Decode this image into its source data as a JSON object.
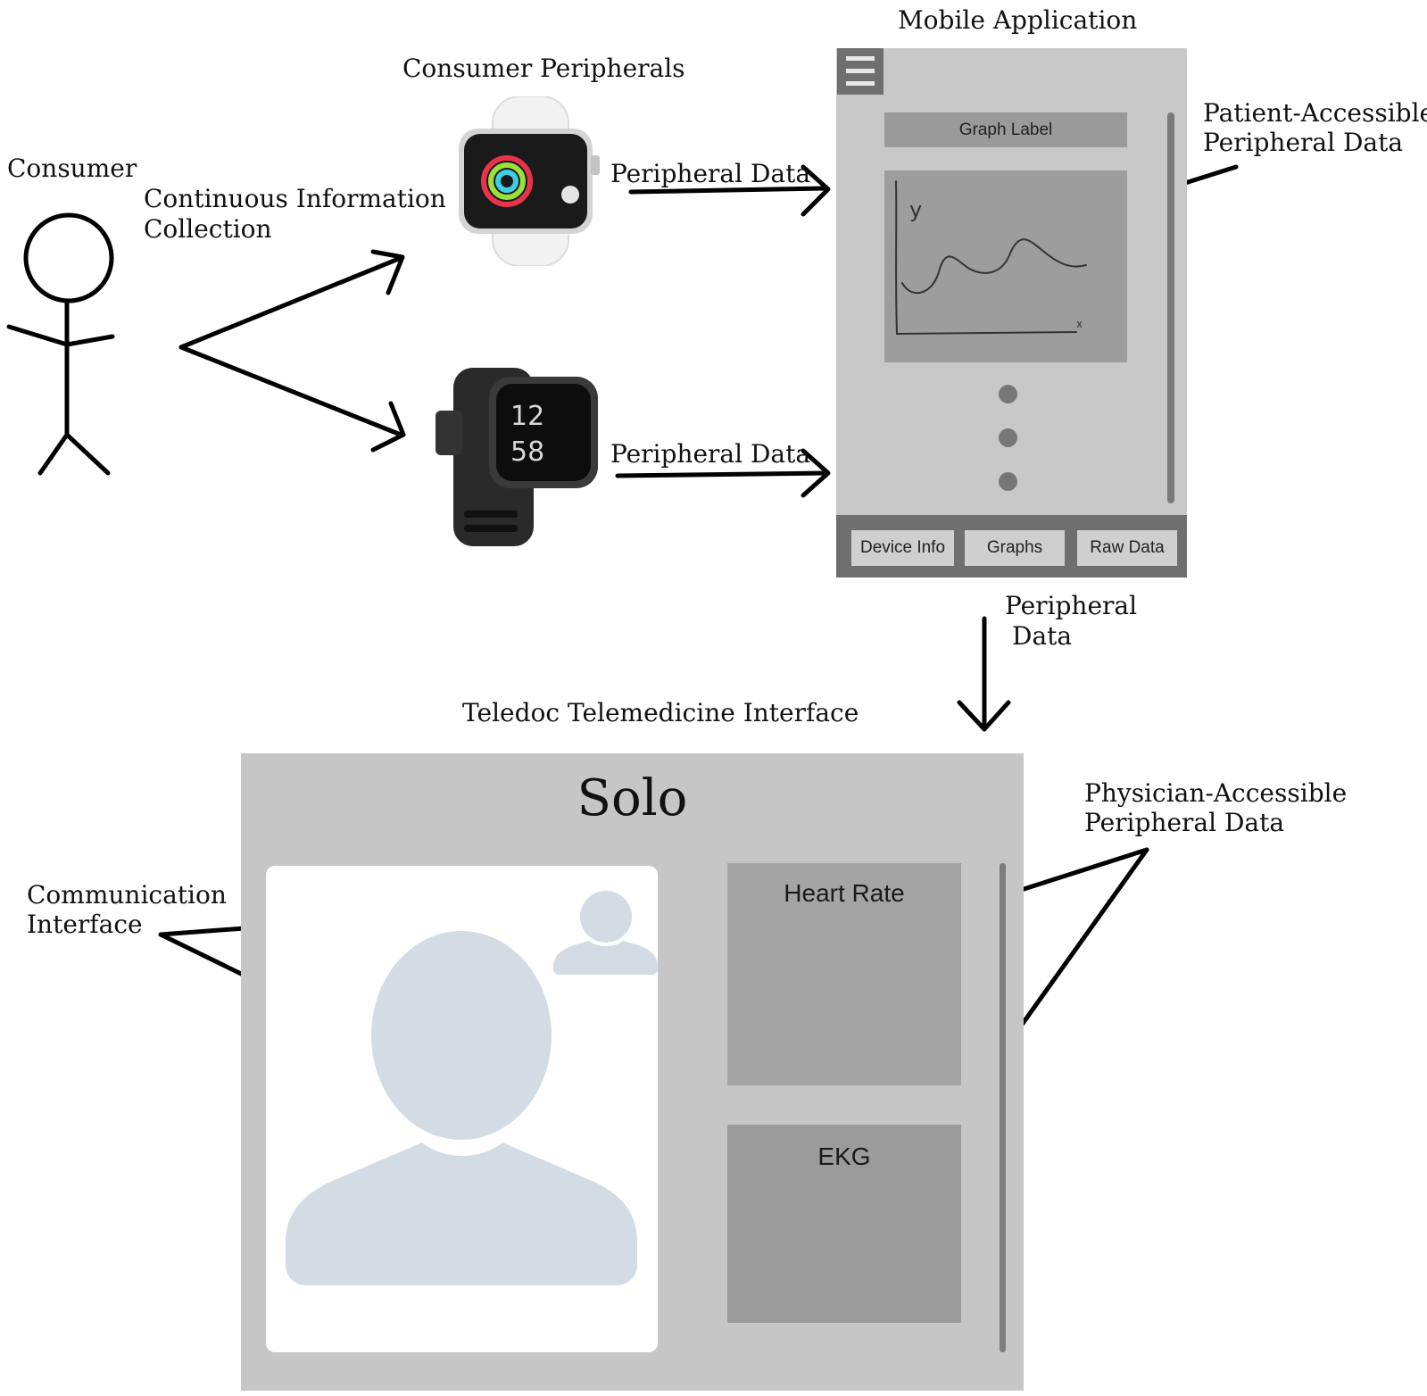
{
  "labels": {
    "consumer": "Consumer",
    "continuous_info": [
      "Continuous Information",
      "Collection"
    ],
    "consumer_peripherals": "Consumer Peripherals",
    "peripheral_data_top": "Peripheral Data",
    "peripheral_data_bottom": "Peripheral Data",
    "mobile_application": "Mobile Application",
    "patient_accessible": [
      "Patient-Accessible",
      "Peripheral Data"
    ],
    "peripheral_data_down": [
      "Peripheral",
      "Data"
    ],
    "teledoc_interface": "Teledoc Telemedicine Interface",
    "physician_accessible": [
      "Physician-Accessible",
      "Peripheral Data"
    ],
    "communication_interface": [
      "Communication",
      "Interface"
    ]
  },
  "mobile_app": {
    "graph_label": "Graph Label",
    "graph_axis_y": "y",
    "graph_axis_x": "x",
    "tabs": [
      "Device Info",
      "Graphs",
      "Raw Data"
    ]
  },
  "teledoc": {
    "title": "Solo",
    "panels": [
      "Heart Rate",
      "EKG"
    ]
  },
  "watch_top": {
    "face_colors": [
      "#e8334a",
      "#9be13a",
      "#3ecfe6"
    ]
  },
  "watch_bottom": {
    "time_hour": "12",
    "time_min": "58"
  },
  "colors": {
    "avatar": "#d3dce4",
    "frame_gray": "#c8c8c8"
  }
}
